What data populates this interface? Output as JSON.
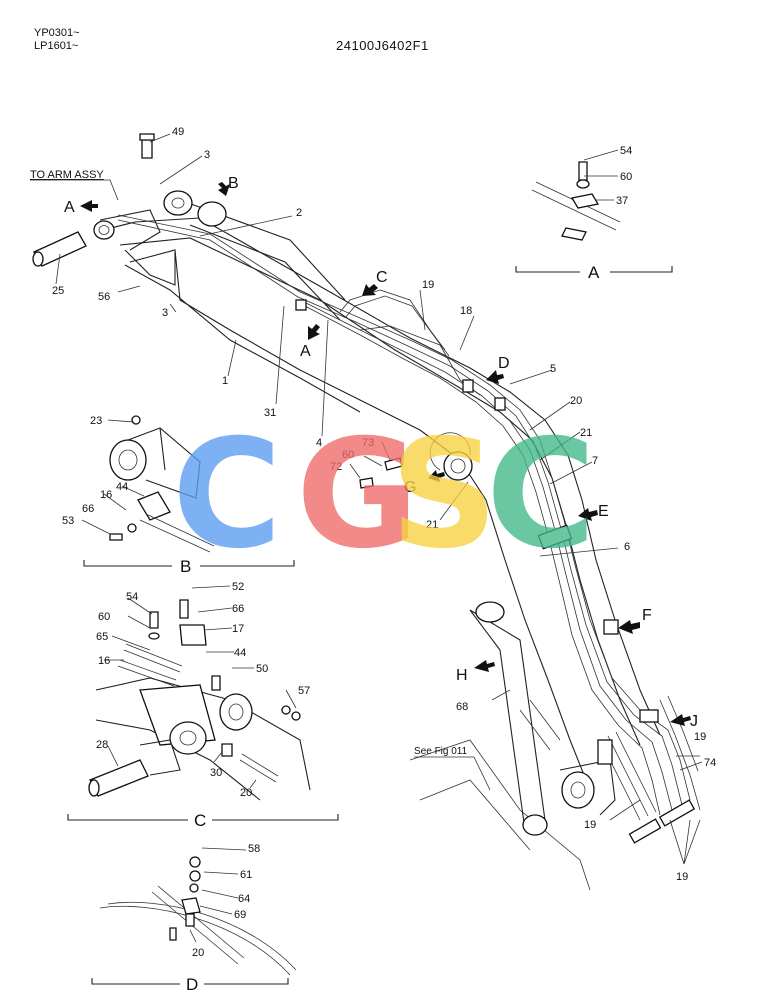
{
  "header": {
    "serial_1": "YP0301~",
    "serial_2": "LP1601~",
    "drawing_number": "24100J6402F1"
  },
  "note_to_arm": "TO ARM ASSY",
  "note_see_fig": "See Fig 011",
  "watermark": {
    "letters": [
      "C",
      "G",
      "S",
      "C"
    ],
    "colors": [
      "#5b9cf2",
      "#f06a6a",
      "#f7d23e",
      "#3fb889"
    ]
  },
  "views": {
    "a": "A",
    "b": "B",
    "c": "C",
    "d": "D",
    "e": "E",
    "f": "F",
    "g": "G",
    "h": "H",
    "j": "J"
  },
  "callouts": {
    "p1": "1",
    "p2": "2",
    "p3a": "3",
    "p3b": "3",
    "p4": "4",
    "p5": "5",
    "p6": "6",
    "p7": "7",
    "p16a": "16",
    "p16b": "16",
    "p17": "17",
    "p18": "18",
    "p19a": "19",
    "p19b": "19",
    "p19c": "19",
    "p19d": "19",
    "p20a": "20",
    "p20b": "20",
    "p20c": "20",
    "p21a": "21",
    "p21b": "21",
    "p23": "23",
    "p25": "25",
    "p28": "28",
    "p30": "30",
    "p31": "31",
    "p37": "37",
    "p44a": "44",
    "p44b": "44",
    "p49": "49",
    "p50": "50",
    "p52": "52",
    "p53": "53",
    "p54a": "54",
    "p54b": "54",
    "p56": "56",
    "p57": "57",
    "p58": "58",
    "p60a": "60",
    "p60b": "60",
    "p60c": "60",
    "p61": "61",
    "p64": "64",
    "p65": "65",
    "p66a": "66",
    "p66b": "66",
    "p68": "68",
    "p69": "69",
    "p72": "72",
    "p73": "73",
    "p74": "74"
  }
}
